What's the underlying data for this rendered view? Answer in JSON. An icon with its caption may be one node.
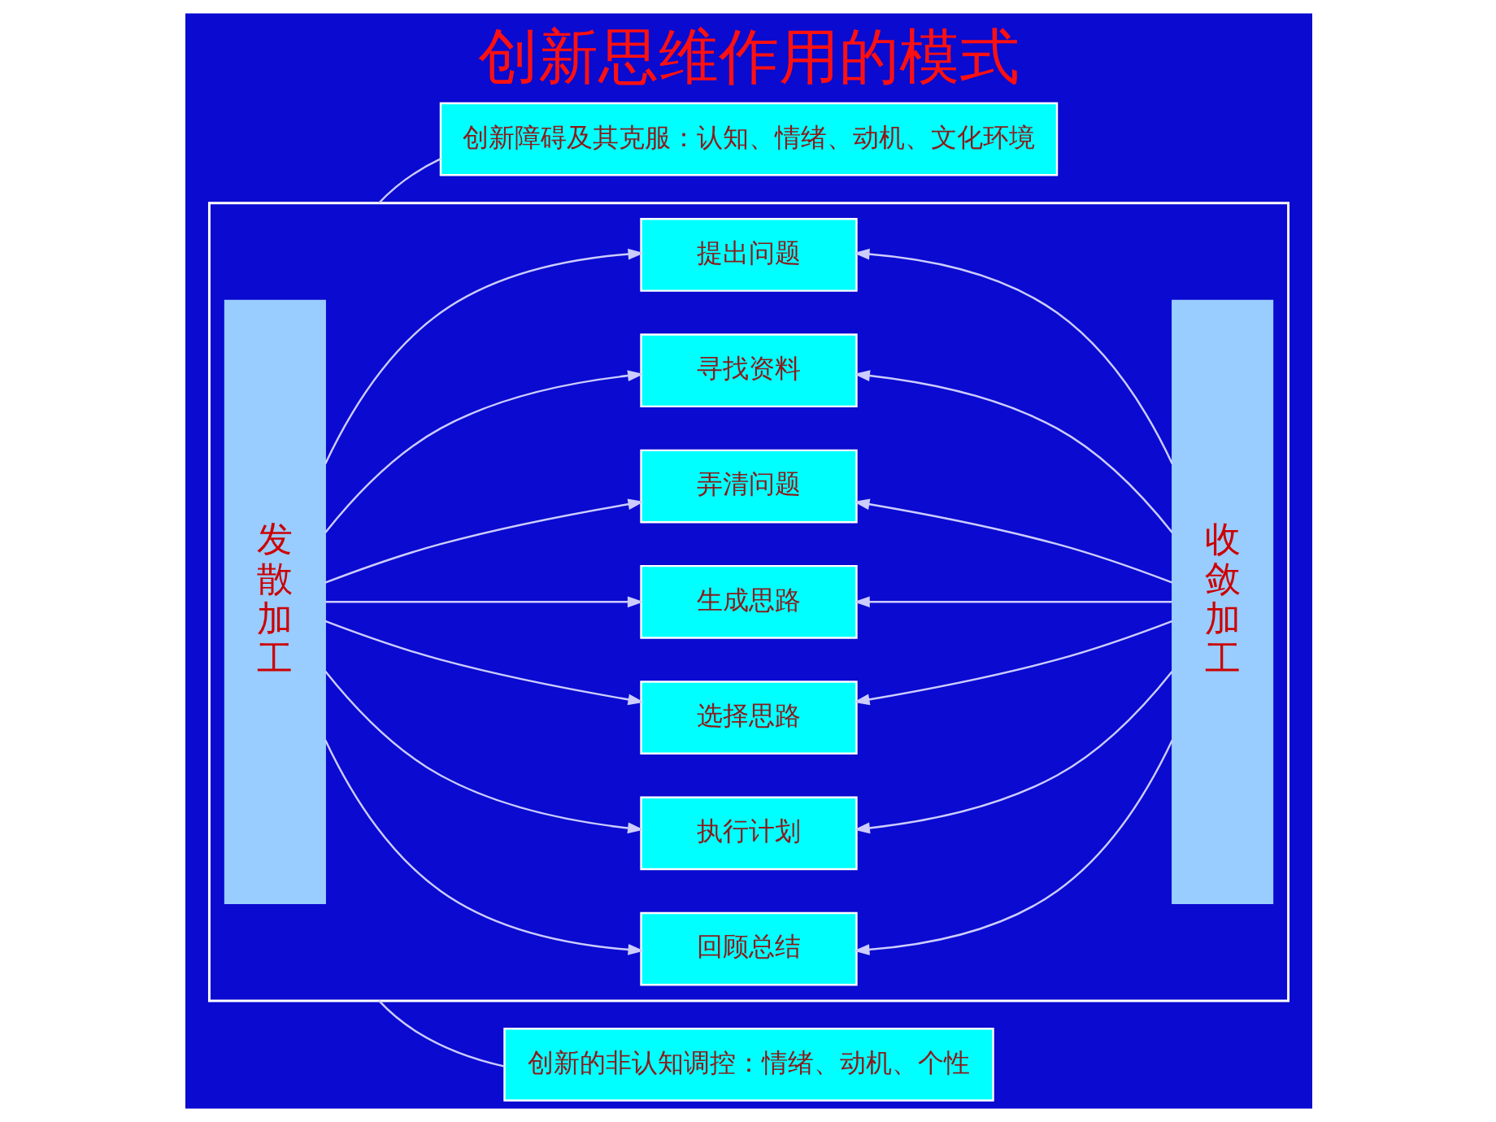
{
  "diagram": {
    "title": "创新思维作用的模式",
    "nodes": [
      {
        "text": [
          "创新的非认知调控：情绪、动机、个性"
        ]
      },
      {
        "text": [],
        "shape": "box"
      },
      {
        "text": [
          "发散加工"
        ],
        "in": 1
      },
      {
        "text": [
          "提出问题"
        ],
        "in": 1
      },
      {
        "text": [
          "寻找资料"
        ],
        "in": 1
      },
      {
        "text": [
          "弄清问题"
        ],
        "in": 1
      },
      {
        "text": [
          "生成思路"
        ],
        "in": 1
      },
      {
        "text": [
          "选择思路"
        ],
        "in": 1
      },
      {
        "text": [
          "执行计划"
        ],
        "in": 1
      },
      {
        "text": [
          "回顾总结"
        ],
        "in": 1
      },
      {
        "text": [
          "收敛加工"
        ],
        "in": 1
      },
      {
        "text": [
          "创新障碍及其克服：认知、情绪、动机、文化环境"
        ]
      }
    ],
    "edges": [
      {
        "from": 0,
        "to": 1,
        "arrow": "none"
      },
      {
        "from": 2,
        "to": 3,
        "arrow": "to"
      },
      {
        "from": 2,
        "to": 4,
        "arrow": "to"
      },
      {
        "from": 2,
        "to": 5,
        "arrow": "to"
      },
      {
        "from": 2,
        "to": 6,
        "arrow": "to"
      },
      {
        "from": 2,
        "to": 7,
        "arrow": "to"
      },
      {
        "from": 2,
        "to": 8,
        "arrow": "to"
      },
      {
        "from": 2,
        "to": 9,
        "arrow": "to"
      },
      {
        "from": 10,
        "to": 3,
        "arrow": "to"
      },
      {
        "from": 10,
        "to": 4,
        "arrow": "to"
      },
      {
        "from": 10,
        "to": 5,
        "arrow": "to"
      },
      {
        "from": 10,
        "to": 6,
        "arrow": "to"
      },
      {
        "from": 10,
        "to": 7,
        "arrow": "to"
      },
      {
        "from": 10,
        "to": 8,
        "arrow": "to"
      },
      {
        "from": 10,
        "to": 9,
        "arrow": "to"
      },
      {
        "from": 1,
        "to": 11,
        "arrow": "none"
      }
    ]
  }
}
